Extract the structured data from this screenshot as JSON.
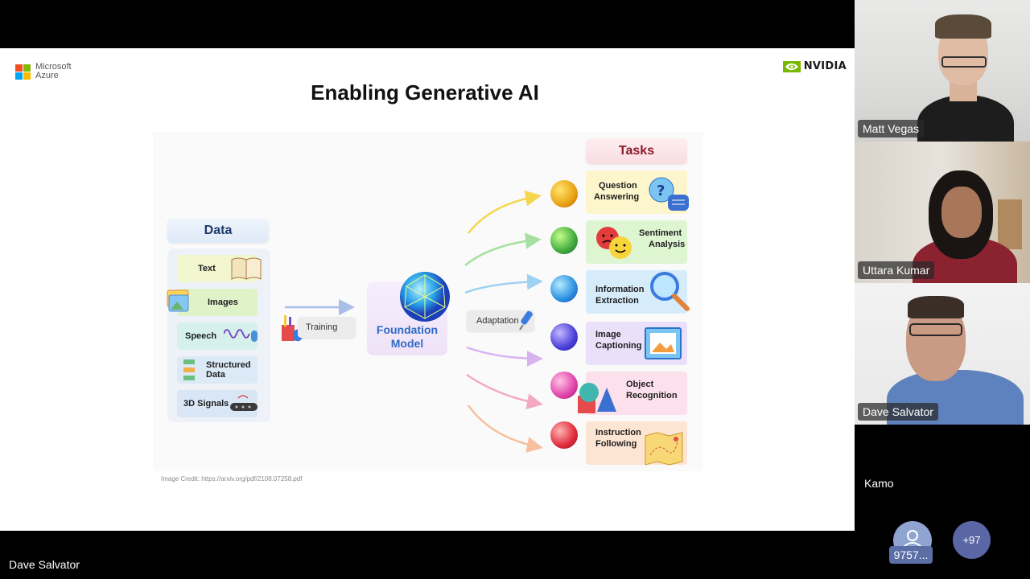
{
  "slide": {
    "microsoft_logo_text_1": "Microsoft",
    "microsoft_logo_text_2": "Azure",
    "nvidia_logo_text": "NVIDIA",
    "title": "Enabling Generative AI",
    "credit": "Image Credit: https://arxiv.org/pdf/2108.07258.pdf"
  },
  "diagram": {
    "data_heading": "Data",
    "data_items": [
      "Text",
      "Images",
      "Speech",
      "Structured Data",
      "3D Signals"
    ],
    "training_label": "Training",
    "foundation_label_1": "Foundation",
    "foundation_label_2": "Model",
    "adaptation_label": "Adaptation",
    "tasks_heading": "Tasks",
    "tasks": [
      {
        "line1": "Question",
        "line2": "Answering"
      },
      {
        "line1": "Sentiment",
        "line2": "Analysis"
      },
      {
        "line1": "Information",
        "line2": "Extraction"
      },
      {
        "line1": "Image",
        "line2": "Captioning"
      },
      {
        "line1": "Object",
        "line2": "Recognition"
      },
      {
        "line1": "Instruction",
        "line2": "Following"
      }
    ]
  },
  "participants": [
    {
      "name": "Matt Vegas"
    },
    {
      "name": "Uttara Kumar"
    },
    {
      "name": "Dave Salvator"
    }
  ],
  "presenter_name": "Dave Salvator",
  "other_participant": "Kamo",
  "attendee_count_label": "9757...",
  "more_participants_label": "+97",
  "colors": {
    "background": "#000000",
    "ms_red": "#f25022",
    "ms_green": "#7fba00",
    "ms_blue": "#00a4ef",
    "ms_yellow": "#ffb900",
    "nvidia_green": "#76b900"
  }
}
